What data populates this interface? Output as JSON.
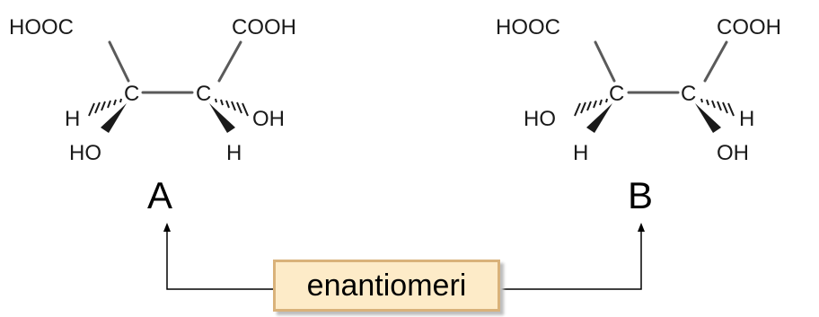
{
  "molecule_a": {
    "name": "A",
    "top_left": "HOOC",
    "top_right": "COOH",
    "center_left": "C",
    "center_right": "C",
    "left_h": "H",
    "left_oh": "HO",
    "right_oh": "OH",
    "right_h": "H"
  },
  "molecule_b": {
    "name": "B",
    "top_left": "HOOC",
    "top_right": "COOH",
    "center_left": "C",
    "center_right": "C",
    "left_oh": "HO",
    "left_h": "H",
    "right_h": "H",
    "right_oh": "OH"
  },
  "relation": {
    "label": "enantiomeri"
  }
}
